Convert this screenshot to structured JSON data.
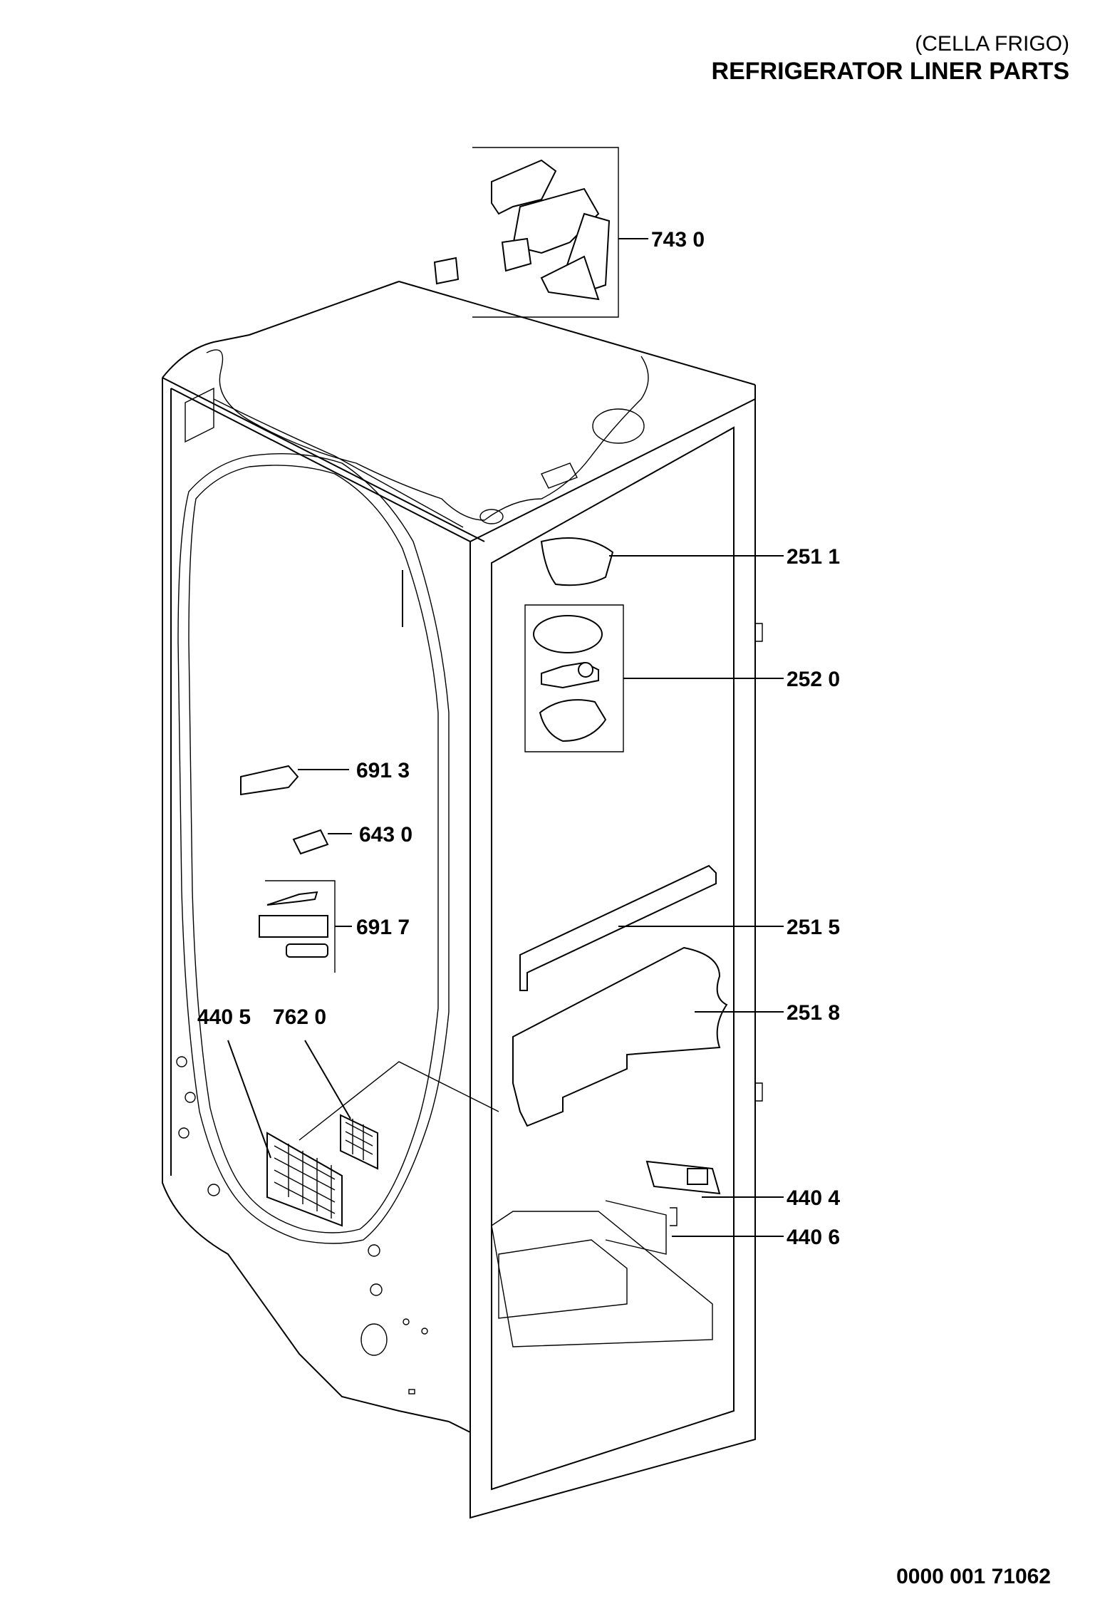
{
  "header": {
    "subtitle": "(CELLA FRIGO)",
    "title": "REFRIGERATOR LINER PARTS"
  },
  "callouts": [
    {
      "id": "c7430",
      "label": "743 0"
    },
    {
      "id": "c2511",
      "label": "251 1"
    },
    {
      "id": "c2520",
      "label": "252 0"
    },
    {
      "id": "c6913",
      "label": "691 3"
    },
    {
      "id": "c6430",
      "label": "643 0"
    },
    {
      "id": "c6917",
      "label": "691 7"
    },
    {
      "id": "c2515",
      "label": "251 5"
    },
    {
      "id": "c2518",
      "label": "251 8"
    },
    {
      "id": "c4405",
      "label": "440 5"
    },
    {
      "id": "c7620",
      "label": "762 0"
    },
    {
      "id": "c4404",
      "label": "440 4"
    },
    {
      "id": "c4406",
      "label": "440 6"
    }
  ],
  "footer": {
    "document_number": "0000 001 71062"
  }
}
